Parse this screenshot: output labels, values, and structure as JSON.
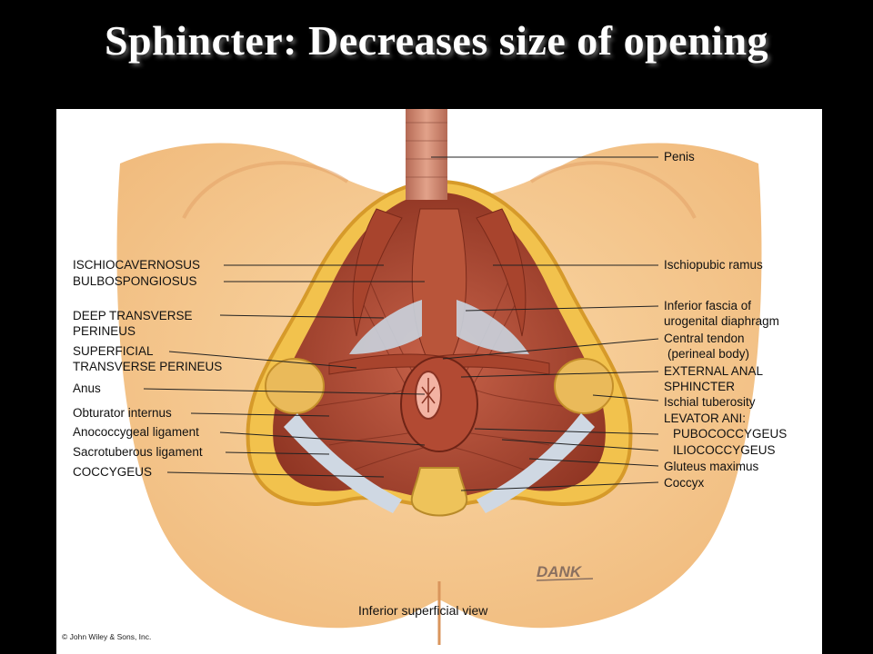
{
  "title": "Sphincter:  Decreases size of opening",
  "caption": "Inferior superficial view",
  "copyright": "© John Wiley & Sons, Inc.",
  "signature": "DANK",
  "labels_left": [
    {
      "id": "ischiocavernosus",
      "line1": "ISCHIOCAVERNOSUS"
    },
    {
      "id": "bulbospongiosus",
      "line1": "BULBOSPONGIOSUS"
    },
    {
      "id": "deep-transverse-perineus",
      "line1": "DEEP TRANSVERSE",
      "line2": "PERINEUS"
    },
    {
      "id": "superficial-transverse-perineus",
      "line1": "SUPERFICIAL",
      "line2": "TRANSVERSE PERINEUS"
    },
    {
      "id": "anus",
      "line1": "Anus"
    },
    {
      "id": "obturator-internus",
      "line1": "Obturator internus"
    },
    {
      "id": "anococcygeal-ligament",
      "line1": "Anococcygeal ligament"
    },
    {
      "id": "sacrotuberous-ligament",
      "line1": "Sacrotuberous ligament"
    },
    {
      "id": "coccygeus",
      "line1": "COCCYGEUS"
    }
  ],
  "labels_right": [
    {
      "id": "penis",
      "line1": "Penis"
    },
    {
      "id": "ischiopubic-ramus",
      "line1": "Ischiopubic ramus"
    },
    {
      "id": "inferior-fascia",
      "line1": "Inferior fascia of",
      "line2": "urogenital diaphragm"
    },
    {
      "id": "central-tendon",
      "line1": "Central tendon",
      "line2": "(perineal body)"
    },
    {
      "id": "external-anal-sphincter",
      "line1": "EXTERNAL ANAL",
      "line2": "SPHINCTER"
    },
    {
      "id": "ischial-tuberosity",
      "line1": "Ischial tuberosity"
    },
    {
      "id": "levator-ani",
      "line1": "LEVATOR ANI:"
    },
    {
      "id": "pubococcygeus",
      "line1": "PUBOCOCCYGEUS"
    },
    {
      "id": "iliococcygeus",
      "line1": "ILIOCOCCYGEUS"
    },
    {
      "id": "gluteus-maximus",
      "line1": "Gluteus maximus"
    },
    {
      "id": "coccyx",
      "line1": "Coccyx"
    }
  ]
}
